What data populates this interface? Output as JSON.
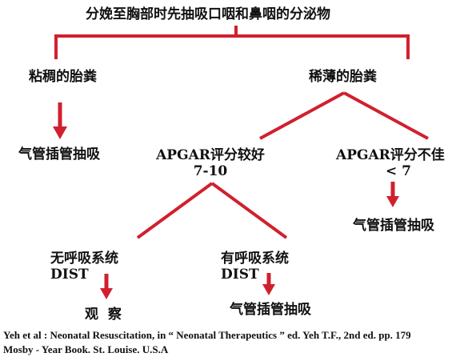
{
  "diagram": {
    "title": "分娩至胸部时先抽吸口咽和鼻咽的分泌物",
    "thick_meconium": "粘稠的胎粪",
    "thin_meconium": "稀薄的胎粪",
    "intubate_suction_1": "气管插管抽吸",
    "apgar_good_line1": "APGAR评分较好",
    "apgar_good_line2": "7-10",
    "apgar_poor_line1": "APGAR评分不佳",
    "apgar_poor_line2": "< 7",
    "intubate_suction_2": "气管插管抽吸",
    "no_distress_line1": "无呼吸系统",
    "no_distress_line2": "DIST",
    "distress_line1": "有呼吸系统",
    "distress_line2": "DIST",
    "observe": "观  察",
    "intubate_suction_3": "气管插管抽吸"
  },
  "reference": {
    "line1": "Yeh et al : Neonatal Resuscitation, in “ Neonatal Therapeutics ” ed. Yeh T.F., 2nd ed. pp. 179",
    "line2": "Mosby - Year Book. St. Louise. U.S.A"
  },
  "colors": {
    "connector": "#d0202e",
    "text": "#111111",
    "background": "#ffffff"
  }
}
